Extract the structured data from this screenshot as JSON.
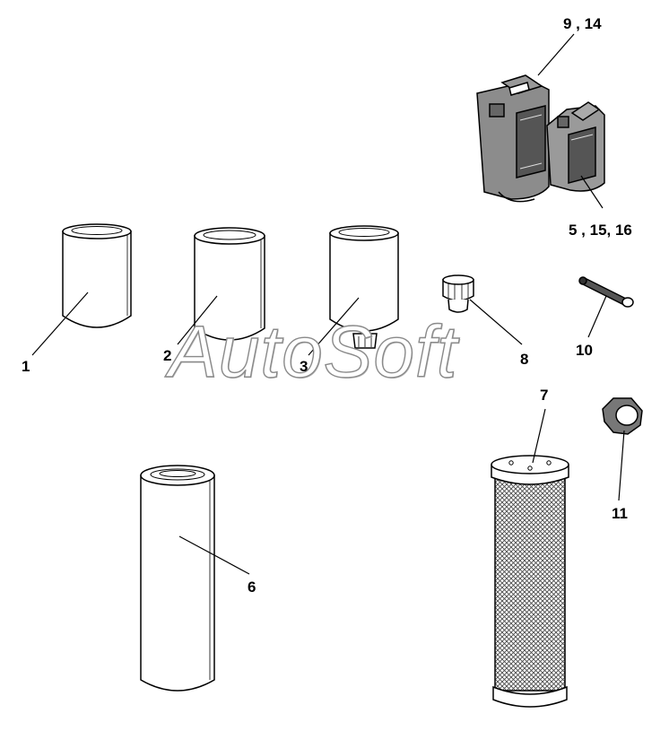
{
  "callouts": {
    "c1": "1",
    "c2": "2",
    "c3": "3",
    "c5_15_16": "5 , 15, 16",
    "c6": "6",
    "c7": "7",
    "c8": "8",
    "c9_14": "9 , 14",
    "c10": "10",
    "c11": "11"
  },
  "watermark": "AutoSoft",
  "colors": {
    "line": "#000000",
    "container_fill": "#8c8c8c",
    "mesh": "#5a5a5a"
  }
}
